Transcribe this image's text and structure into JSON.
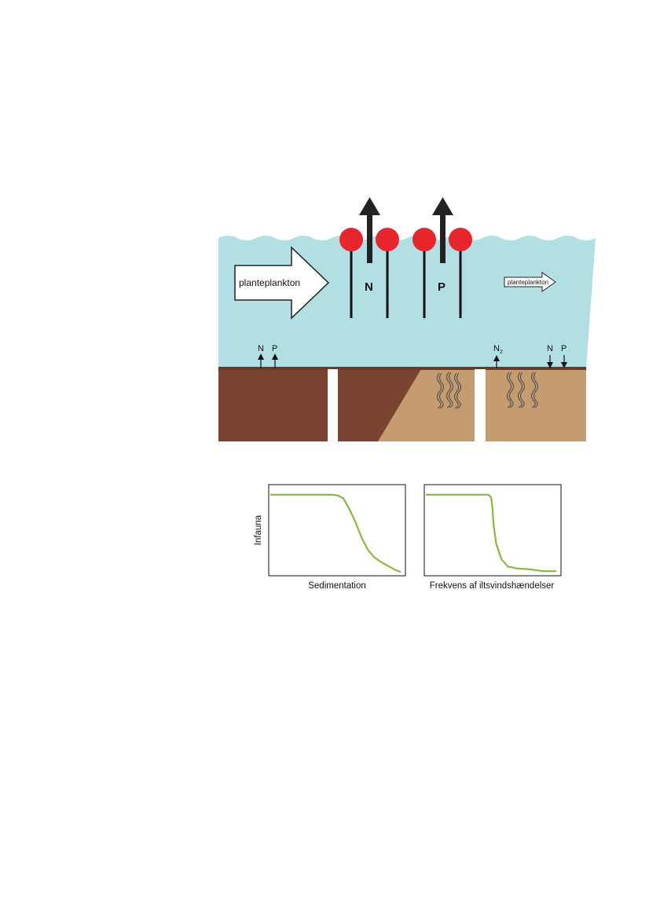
{
  "scene": {
    "inflow_label": "planteplankton",
    "outflow_label": "planteplankton",
    "nutrient_n": "N",
    "nutrient_p": "P",
    "flux_left": [
      "N",
      "P"
    ],
    "flux_right_n2_main": "N",
    "flux_right_n2_sub": "2",
    "flux_right_down": [
      "N",
      "P"
    ],
    "colors": {
      "water": "#b1dfe4",
      "sediment_dark": "#7b4430",
      "sediment_light": "#c59c6f",
      "sediment_line": "#6b3a22",
      "buoy": "#e8242c",
      "curve": "#8ab83c"
    }
  },
  "charts": [
    {
      "type": "line",
      "xlabel": "Sedimentation",
      "ylabel": "Infauna",
      "x": [
        0.0,
        0.1,
        0.2,
        0.3,
        0.4,
        0.48,
        0.52,
        0.56,
        0.6,
        0.65,
        0.7,
        0.75,
        0.8,
        0.85,
        0.9,
        0.95,
        1.0
      ],
      "y": [
        0.89,
        0.89,
        0.89,
        0.89,
        0.89,
        0.89,
        0.88,
        0.85,
        0.75,
        0.6,
        0.42,
        0.28,
        0.2,
        0.15,
        0.11,
        0.07,
        0.04
      ]
    },
    {
      "type": "line",
      "xlabel": "Frekvens af iltsvindshændelser",
      "ylabel": "",
      "x": [
        0.0,
        0.1,
        0.2,
        0.3,
        0.4,
        0.48,
        0.5,
        0.51,
        0.52,
        0.54,
        0.58,
        0.63,
        0.7,
        0.8,
        0.9,
        0.95,
        1.0
      ],
      "y": [
        0.89,
        0.89,
        0.89,
        0.89,
        0.89,
        0.89,
        0.86,
        0.75,
        0.55,
        0.35,
        0.18,
        0.1,
        0.08,
        0.07,
        0.05,
        0.05,
        0.05
      ]
    }
  ]
}
